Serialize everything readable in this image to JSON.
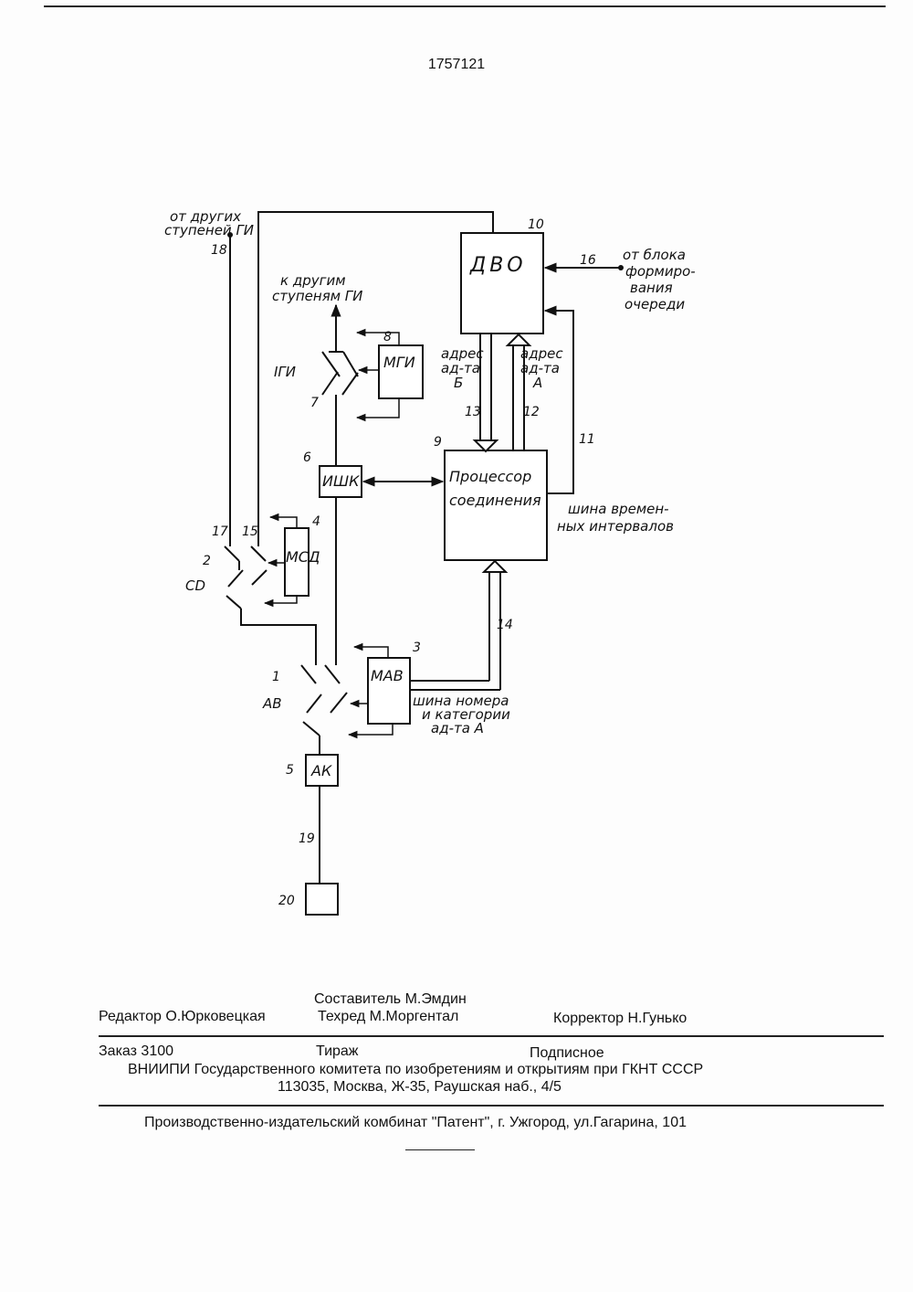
{
  "patent_number": "1757121",
  "diagram": {
    "blocks": {
      "dvo": "ДВО",
      "mgi": "МГИ",
      "ishk": "ИШК",
      "processor_line1": "Процессор",
      "processor_line2": "соединения",
      "msd": "МСД",
      "mav": "МАВ",
      "ak": "АК"
    },
    "stage_labels": {
      "igi": "IГИ",
      "cd": "СD",
      "av": "АВ"
    },
    "numbers": {
      "n1": "1",
      "n2": "2",
      "n3": "3",
      "n4": "4",
      "n5": "5",
      "n6": "6",
      "n7": "7",
      "n8": "8",
      "n9": "9",
      "n10": "10",
      "n11": "11",
      "n12": "12",
      "n13": "13",
      "n14": "14",
      "n15": "15",
      "n16": "16",
      "n17": "17",
      "n18": "18",
      "n19": "19",
      "n20": "20"
    },
    "annotations": {
      "from_other_stages_1": "от других",
      "from_other_stages_2": "ступеней ГИ",
      "to_other_stages_1": "к другим",
      "to_other_stages_2": "ступеням ГИ",
      "from_queue_block_1": "от блока",
      "from_queue_block_2": "формиро-",
      "from_queue_block_3": "вания",
      "from_queue_block_4": "очереди",
      "address_b_1": "адрес",
      "address_b_2": "ад-та",
      "address_b_3": "Б",
      "address_a_1": "адрес",
      "address_a_2": "ад-та",
      "address_a_3": "А",
      "time_bus_1": "шина времен-",
      "time_bus_2": "ных интервалов",
      "number_bus_1": "шина номера",
      "number_bus_2": "и категории",
      "number_bus_3": "ад-та А"
    }
  },
  "footer": {
    "compiler": "Составитель М.Эмдин",
    "editor": "Редактор О.Юрковецкая",
    "techred": "Техред М.Моргентал",
    "corrector": "Корректор Н.Гунько",
    "order": "Заказ 3100",
    "circulation": "Тираж",
    "subscription": "Подписное",
    "organization": "ВНИИПИ Государственного комитета по изобретениям и открытиям при ГКНТ СССР",
    "address": "113035, Москва, Ж-35, Раушская наб., 4/5",
    "publisher": "Производственно-издательский комбинат \"Патент\", г. Ужгород, ул.Гагарина, 101"
  }
}
